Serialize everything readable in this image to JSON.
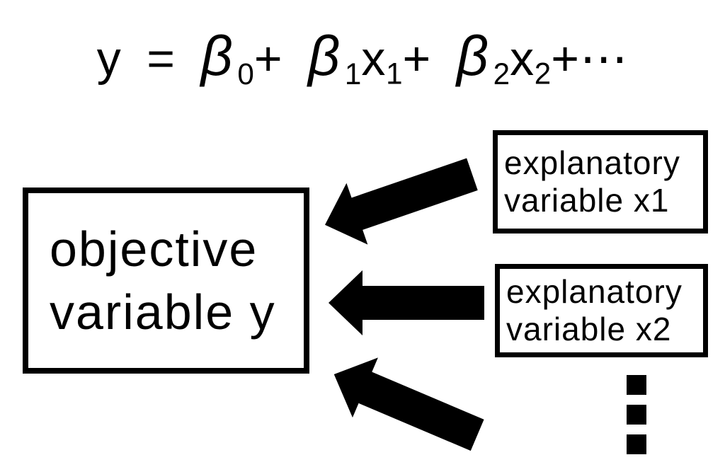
{
  "colors": {
    "ink": "#000000",
    "background": "#ffffff"
  },
  "formula": {
    "text": "y = β0+ β1x1+ β2x2+⋯",
    "tokens": [
      {
        "t": "y = "
      },
      {
        "t": "β",
        "style": "beta"
      },
      {
        "t": "0",
        "style": "sub",
        "gap": true
      },
      {
        "t": "+ "
      },
      {
        "t": "β",
        "style": "beta"
      },
      {
        "t": "1",
        "style": "sub",
        "gap": true
      },
      {
        "t": "x"
      },
      {
        "t": "1",
        "style": "sub"
      },
      {
        "t": "+ "
      },
      {
        "t": "β",
        "style": "beta"
      },
      {
        "t": "2",
        "style": "sub",
        "gap": true
      },
      {
        "t": "x"
      },
      {
        "t": "2",
        "style": "sub"
      },
      {
        "t": "+⋯"
      }
    ]
  },
  "objective_box": {
    "line1": "objective",
    "line2": "variable y"
  },
  "explanatory_box_x1": {
    "line1": "explanatory",
    "line2": "variable x1"
  },
  "explanatory_box_x2": {
    "line1": "explanatory",
    "line2": "variable x2"
  },
  "arrows": [
    {
      "from": "explanatory variable x1",
      "to": "objective variable y",
      "direction": "down-left"
    },
    {
      "from": "explanatory variable x2",
      "to": "objective variable y",
      "direction": "left"
    },
    {
      "from": "more explanatory variables",
      "to": "objective variable y",
      "direction": "up-left"
    }
  ],
  "ellipsis": {
    "dot_count": 3,
    "meaning": "more explanatory variables"
  }
}
